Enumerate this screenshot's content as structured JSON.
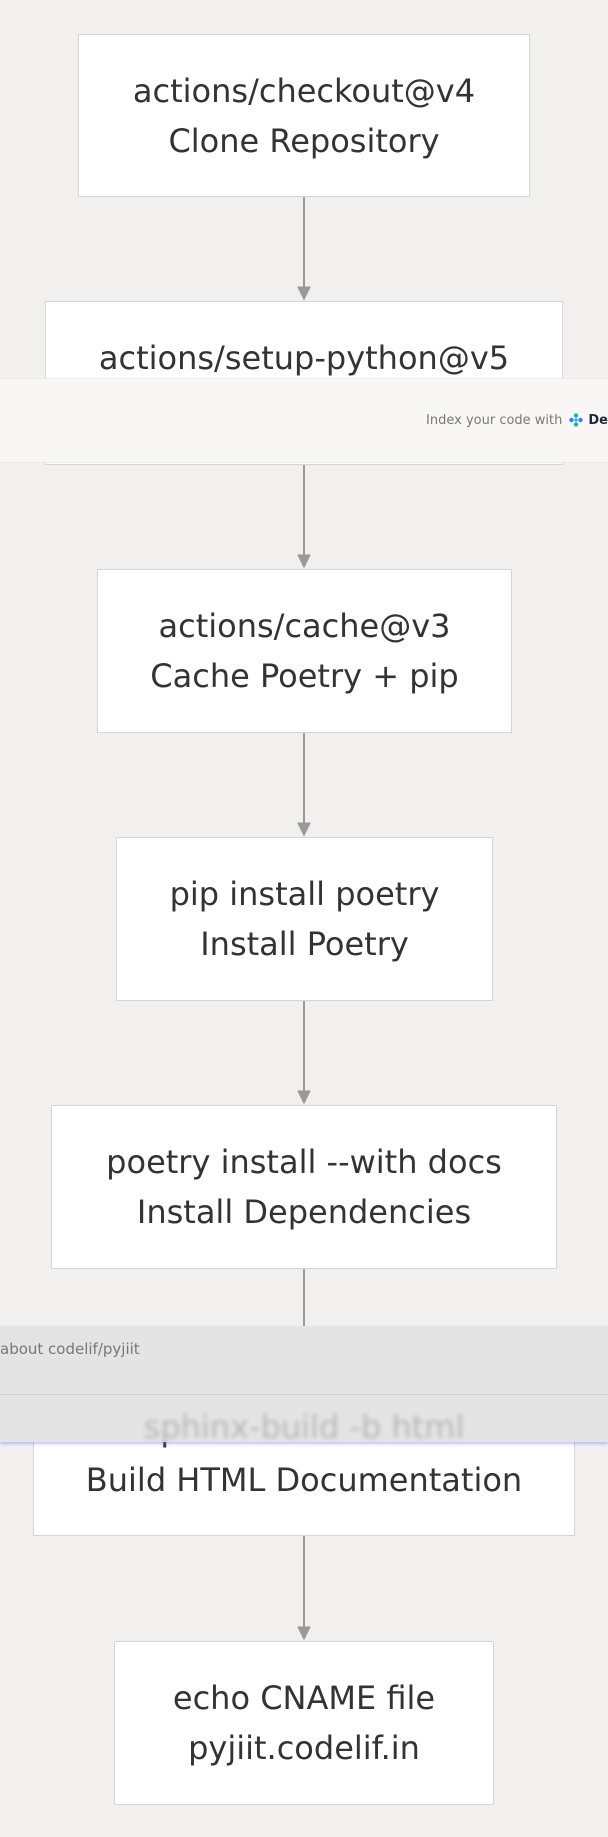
{
  "diagram": {
    "nodes": [
      {
        "id": "checkout",
        "line1": "actions/checkout@v4",
        "line2": "Clone Repository"
      },
      {
        "id": "setup-python",
        "line1": "actions/setup-python@v5",
        "line2": ""
      },
      {
        "id": "cache",
        "line1": "actions/cache@v3",
        "line2": "Cache Poetry + pip"
      },
      {
        "id": "install-poetry",
        "line1": "pip install poetry",
        "line2": "Install Poetry"
      },
      {
        "id": "install-deps",
        "line1": "poetry install --with docs",
        "line2": "Install Dependencies"
      },
      {
        "id": "sphinx-build",
        "line1": "sphinx-build -b html",
        "line2": "Build HTML Documentation"
      },
      {
        "id": "cname",
        "line1": "echo CNAME file",
        "line2": "pyjiit.codelif.in"
      }
    ],
    "edges": [
      {
        "from": "checkout",
        "to": "setup-python"
      },
      {
        "from": "setup-python",
        "to": "cache"
      },
      {
        "from": "cache",
        "to": "install-poetry"
      },
      {
        "from": "install-poetry",
        "to": "install-deps"
      },
      {
        "from": "install-deps",
        "to": "sphinx-build"
      },
      {
        "from": "sphinx-build",
        "to": "cname"
      }
    ],
    "colors": {
      "node_fill": "#ffffff",
      "node_border": "#d6d6d6",
      "edge": "#999999",
      "text": "#333333"
    }
  },
  "index_banner": {
    "text": "Index your code with",
    "brand": "De",
    "icon": "deepwiki-logo-icon"
  },
  "ask_bar": {
    "text": "about codelif/pyjiit"
  }
}
